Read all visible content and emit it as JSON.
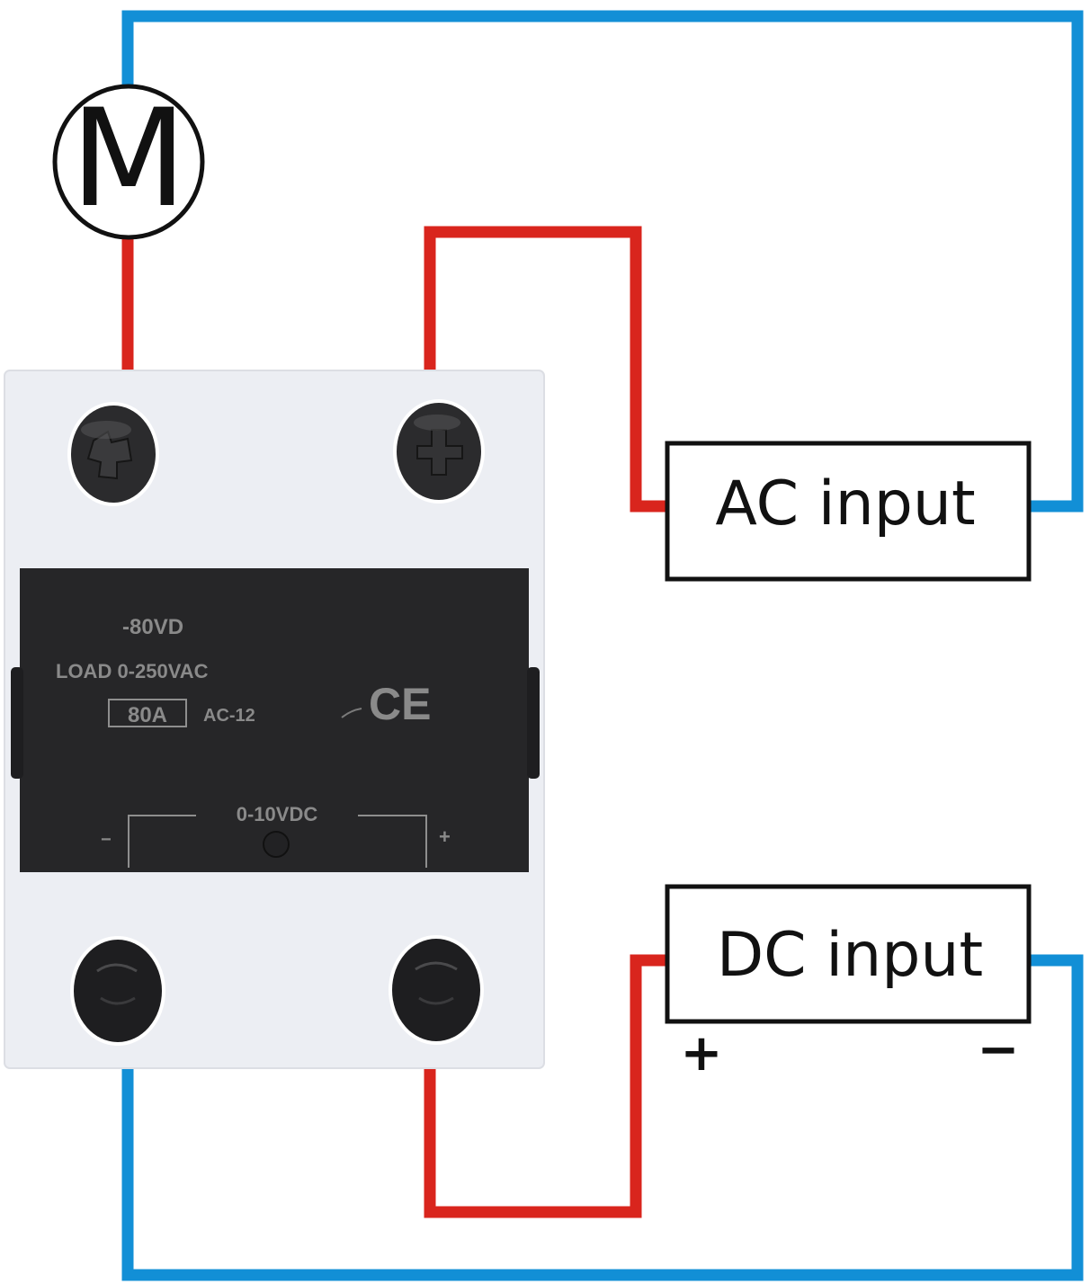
{
  "colors": {
    "live_wire": "#d9251d",
    "neutral_wire": "#128fd6",
    "relay_body": "#eceef3",
    "relay_label_panel": "#262628",
    "relay_print": "#8e8e8e",
    "outline": "#111111",
    "background": "#ffffff"
  },
  "motor": {
    "symbol": "M",
    "icon": "motor-symbol-icon"
  },
  "relay": {
    "model_fragment": "-80VD",
    "load_rating": "LOAD 0-250VAC",
    "current_rating": "80A",
    "utilization_category": "AC-12",
    "certification_mark": "CE",
    "control_range": "0-10VDC",
    "control_minus": "−",
    "control_plus": "+"
  },
  "ac_input": {
    "label": "AC input"
  },
  "dc_input": {
    "label": "DC input",
    "plus_label": "+",
    "minus_label": "−"
  }
}
